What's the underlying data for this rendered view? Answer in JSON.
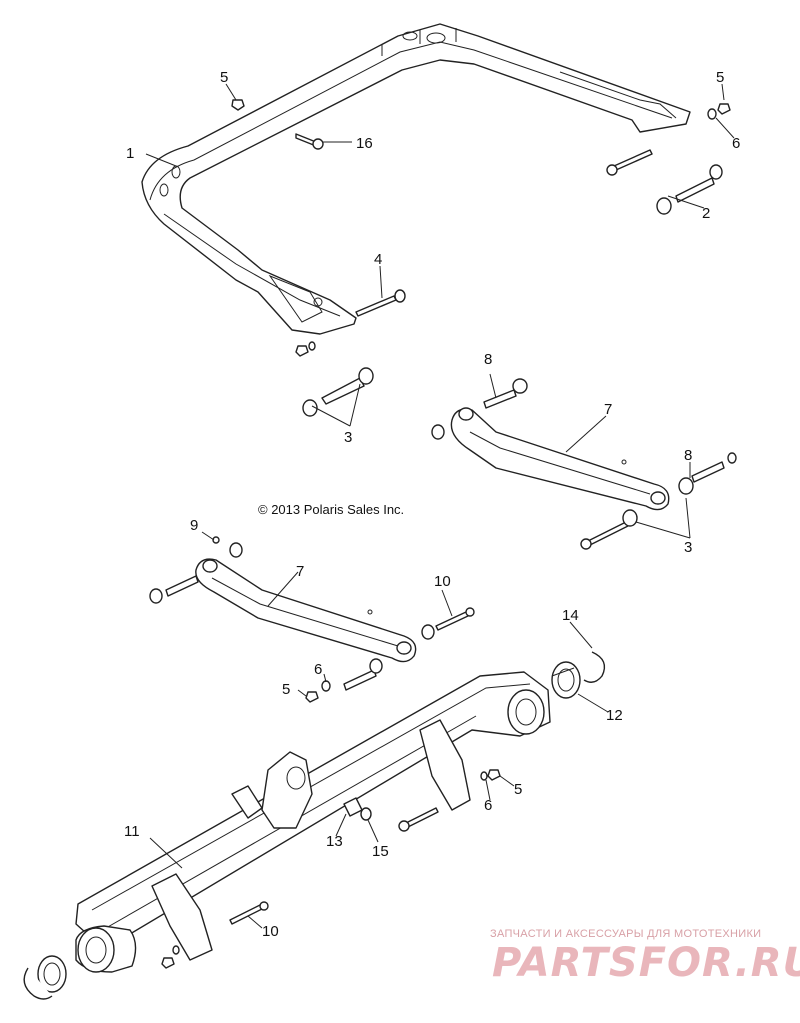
{
  "copyright": "© 2013 Polaris Sales Inc.",
  "watermark": {
    "tagline": "ЗАПЧАСТИ И АКСЕССУАРЫ ДЛЯ МОТОТЕХНИКИ",
    "logo": "PARTSFOR.RU"
  },
  "callouts": {
    "c1": "1",
    "c2": "2",
    "c3a": "3",
    "c3b": "3",
    "c4": "4",
    "c5a": "5",
    "c5b": "5",
    "c5c": "5",
    "c5d": "5",
    "c6a": "6",
    "c6b": "6",
    "c6c": "6",
    "c7a": "7",
    "c7b": "7",
    "c8a": "8",
    "c8b": "8",
    "c9": "9",
    "c10a": "10",
    "c10b": "10",
    "c11": "11",
    "c12": "12",
    "c13": "13",
    "c14": "14",
    "c15": "15",
    "c16": "16"
  }
}
